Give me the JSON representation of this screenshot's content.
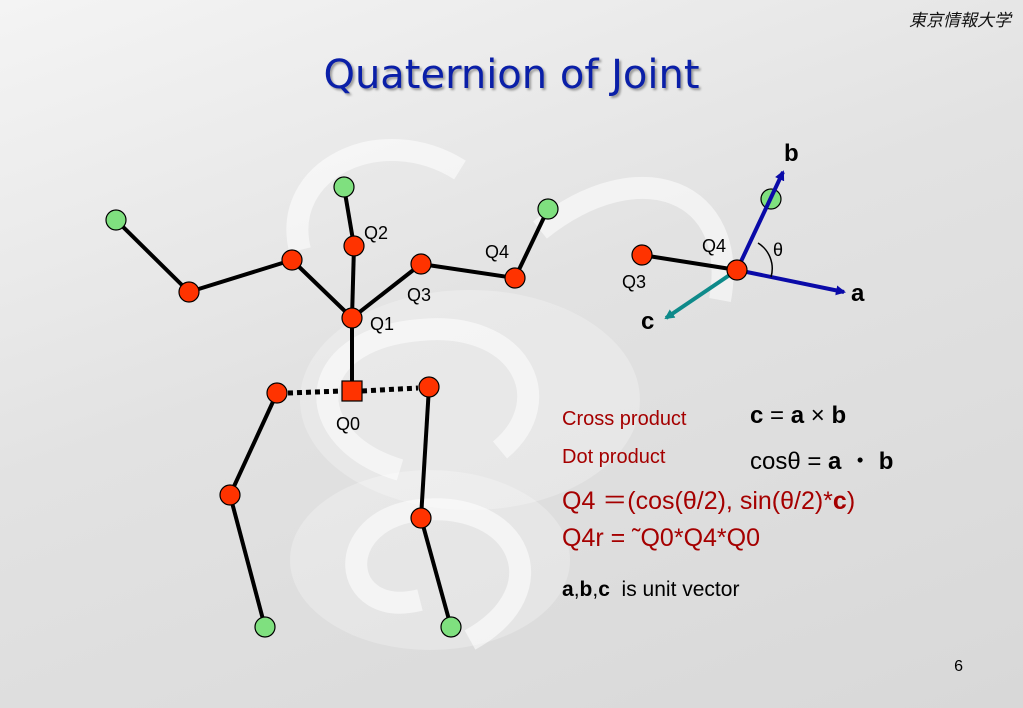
{
  "header": {
    "university": "東京情報大学"
  },
  "slide": {
    "title": "Quaternion of Joint",
    "page_number": "6"
  },
  "skeleton": {
    "labels": {
      "q0": "Q0",
      "q1": "Q1",
      "q2": "Q2",
      "q3": "Q3",
      "q4": "Q4"
    }
  },
  "vectors": {
    "labels": {
      "a": "a",
      "b": "b",
      "c": "c",
      "theta": "θ",
      "q3": "Q3",
      "q4": "Q4"
    }
  },
  "equations": {
    "cross_label": "Cross product",
    "cross_c": "c",
    "cross_eq": " = ",
    "cross_a": "a",
    "cross_op": " × ",
    "cross_b": "b",
    "dot_label": "Dot product",
    "dot_cos": "cosθ = ",
    "dot_a": "a",
    "dot_op": " ・ ",
    "dot_b": "b",
    "q4_text": "Q4 ＝(cos(θ/2), sin(θ/2)*",
    "q4_c": "c",
    "q4_close": ")",
    "q4r_text": "Q4r = ˜Q0*Q4*Q0",
    "unit_a": "a",
    "unit_comma1": ",",
    "unit_b": "b",
    "unit_comma2": ",",
    "unit_c": "c",
    "unit_rest": "  is unit vector"
  },
  "colors": {
    "title": "#0a1fa8",
    "joint_red": "#ff3300",
    "joint_green": "#7fe07f",
    "arrow_blue": "#0a0aa8",
    "arrow_teal": "#0e8a8a",
    "label_red": "#a50000"
  }
}
